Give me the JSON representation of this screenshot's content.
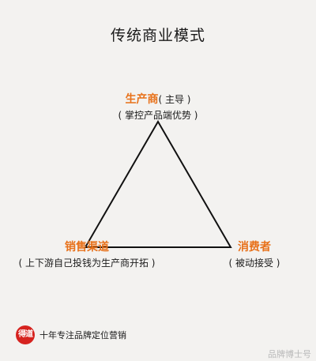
{
  "title": "传统商业模式",
  "nodes": {
    "top": {
      "name": "生产商",
      "paren": "( 主导 )",
      "sub": "( 掌控产品端优势 )"
    },
    "left": {
      "name": "销售渠道",
      "sub": "( 上下游自己投钱为生产商开拓 )"
    },
    "right": {
      "name": "消费者",
      "sub": "( 被动接受 )"
    }
  },
  "brand": {
    "logo_text": "得道",
    "slogan": "十年专注品牌定位营销"
  },
  "watermark": "品牌博士号",
  "colors": {
    "accent": "#e8711a",
    "logo": "#d6231f",
    "line": "#111111"
  }
}
